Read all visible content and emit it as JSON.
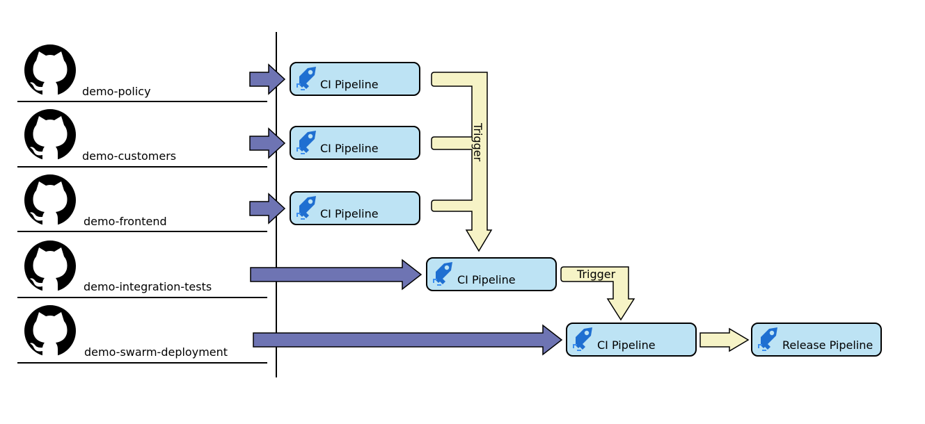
{
  "repos": [
    {
      "name": "demo-policy"
    },
    {
      "name": "demo-customers"
    },
    {
      "name": "demo-frontend"
    },
    {
      "name": "demo-integration-tests"
    },
    {
      "name": "demo-swarm-deployment"
    }
  ],
  "pipelines": {
    "ci_policy": "CI Pipeline",
    "ci_customers": "CI Pipeline",
    "ci_frontend": "CI Pipeline",
    "ci_integration": "CI Pipeline",
    "ci_deployment": "CI Pipeline",
    "release": "Release Pipeline"
  },
  "triggers": {
    "vertical": "Trigger",
    "horizontal": "Trigger"
  },
  "icons": {
    "repo_icon": "github-icon",
    "pipeline_icon": "azure-pipelines-icon"
  },
  "colors": {
    "pipeline_fill": "#bde3f4",
    "repo_arrow": "#6e74b3",
    "trigger_arrow": "#f6f3c6",
    "pipeline_icon_blue": "#1f6fd1"
  }
}
